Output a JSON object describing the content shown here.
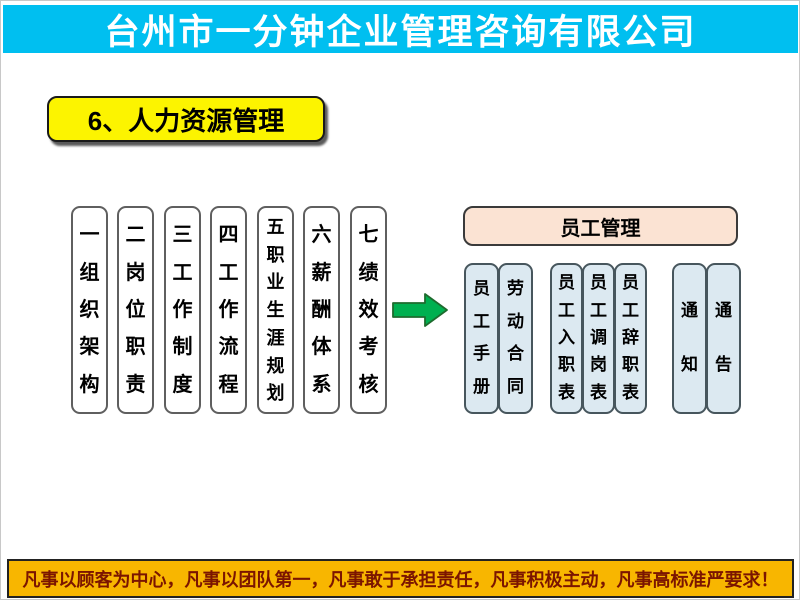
{
  "header": {
    "company_name": "台州市一分钟企业管理咨询有限公司",
    "background_color": "#00BFF0",
    "text_color": "#FFFFFF"
  },
  "title_box": {
    "label": "6、人力资源管理",
    "background_color": "#FCF400",
    "text_color": "#000000"
  },
  "hr_modules": [
    {
      "label": "一组织架构"
    },
    {
      "label": "二岗位职责"
    },
    {
      "label": "三工作制度"
    },
    {
      "label": "四工作流程"
    },
    {
      "label": "五职业生涯规划"
    },
    {
      "label": "六薪酬体系"
    },
    {
      "label": "七绩效考核"
    }
  ],
  "arrow": {
    "fill_color": "#00B050",
    "border_color": "#1E6B2E",
    "direction": "right"
  },
  "employee_management": {
    "title": "员工管理",
    "title_background_color": "#FBE3D3",
    "item_background_color": "#DCE9F1",
    "groups": [
      {
        "items": [
          "员工手册",
          "劳动合同"
        ]
      },
      {
        "items": [
          "员工入职表",
          "员工调岗表",
          "员工辞职表"
        ]
      },
      {
        "items": [
          "通知",
          "通告"
        ]
      }
    ]
  },
  "footer": {
    "slogan": "凡事以顾客为中心，凡事以团队第一，凡事敢于承担责任，凡事积极主动，凡事高标准严要求！",
    "background_color": "#F8B600",
    "text_color": "#7B1500"
  }
}
